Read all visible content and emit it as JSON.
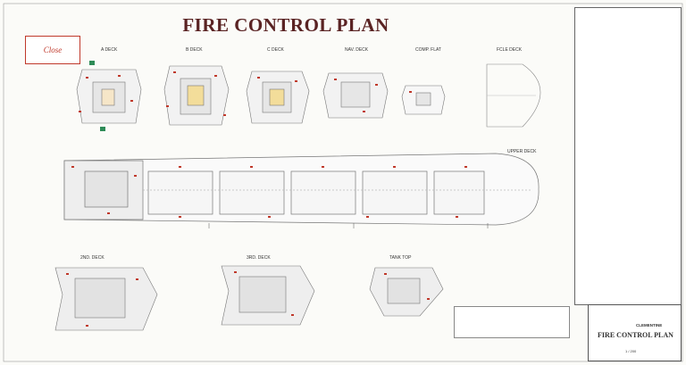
{
  "title": "FIRE CONTROL PLAN",
  "close_button": {
    "label": "Close"
  },
  "decks": {
    "a_deck": "A DECK",
    "b_deck": "B DECK",
    "c_deck": "C DECK",
    "nav_deck": "NAV. DECK",
    "comp_flat": "COMP. FLAT",
    "fcle_deck": "FCLE DECK",
    "upper_deck": "UPPER DECK",
    "second_deck": "2ND. DECK",
    "third_deck": "3RD. DECK",
    "tank_top": "TANK TOP"
  },
  "title_block": {
    "ship_name": "CLEMENTINE",
    "drawing_title": "FIRE CONTROL PLAN",
    "scale": "1 / 200"
  },
  "colors": {
    "title": "#5a2323",
    "accent": "#c0392b",
    "line": "#777777"
  }
}
